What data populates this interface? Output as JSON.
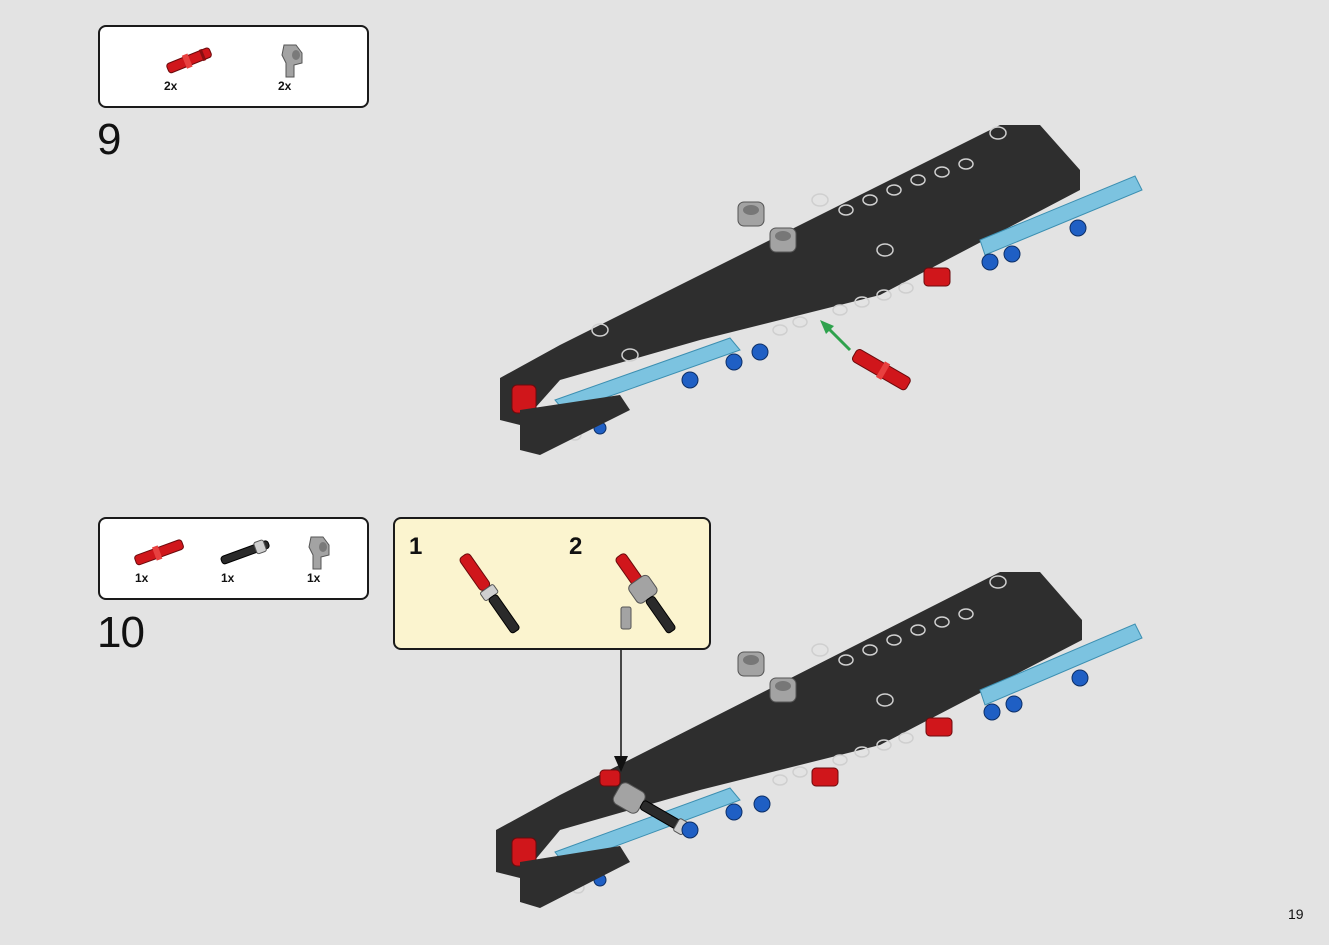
{
  "steps": [
    {
      "number": "9",
      "parts": [
        {
          "qty": "2x",
          "icon": "red-pin-icon",
          "color": "#d0161b"
        },
        {
          "qty": "2x",
          "icon": "gray-angle-connector-icon",
          "color": "#9c9c9c"
        }
      ]
    },
    {
      "number": "10",
      "parts": [
        {
          "qty": "1x",
          "icon": "red-pin-icon",
          "color": "#d0161b"
        },
        {
          "qty": "1x",
          "icon": "black-axle-pin-icon",
          "color": "#2a2a2a"
        },
        {
          "qty": "1x",
          "icon": "gray-angle-connector-icon",
          "color": "#9c9c9c"
        }
      ],
      "substeps": [
        "1",
        "2"
      ]
    }
  ],
  "page_number": "19",
  "colors": {
    "background": "#e3e3e3",
    "frame_black": "#2e2e2e",
    "beam_blue": "#7cc3e0",
    "pin_blue": "#1f5fc4",
    "pin_red": "#d0161b",
    "connector_gray": "#a3a3a3",
    "callout_bg": "#fbf4cf",
    "arrow_green": "#2fa24d"
  }
}
